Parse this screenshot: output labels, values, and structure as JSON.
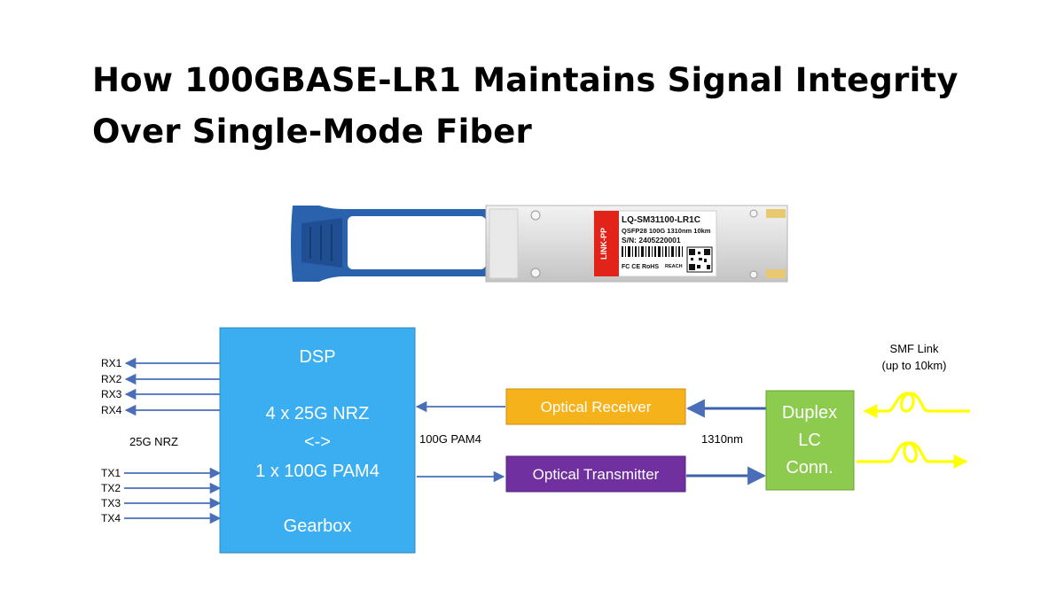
{
  "title": {
    "line1": "How 100GBASE-LR1 Maintains Signal Integrity",
    "line2": "Over Single-Mode Fiber"
  },
  "module_label": {
    "brand": "LINK-PP",
    "model": "LQ-SM31100-LR1C",
    "spec": "QSFP28 100G 1310nm 10km",
    "serial": "S/N: 2405220001",
    "marks": "FC CE RoHS",
    "reach": "REACH"
  },
  "dsp": {
    "title": "DSP",
    "line1": "4 x 25G NRZ",
    "line2": "<->",
    "line3": "1 x 100G PAM4",
    "footer": "Gearbox"
  },
  "rx_lanes": [
    "RX1",
    "RX2",
    "RX3",
    "RX4"
  ],
  "tx_lanes": [
    "TX1",
    "TX2",
    "TX3",
    "TX4"
  ],
  "lane_format": "25G NRZ",
  "pam4_label": "100G PAM4",
  "receiver": "Optical Receiver",
  "transmitter": "Optical Transmitter",
  "wavelength": "1310nm",
  "connector": {
    "line1": "Duplex",
    "line2": "LC",
    "line3": "Conn."
  },
  "smf": {
    "line1": "SMF Link",
    "line2": "(up to 10km)"
  },
  "colors": {
    "dsp": "#3aaef0",
    "receiver": "#f6b21b",
    "transmitter": "#7030a0",
    "connector": "#8dcb4e",
    "arrow": "#4a6fb8",
    "fiber": "#ffff00",
    "module_handle": "#2a62ad"
  }
}
